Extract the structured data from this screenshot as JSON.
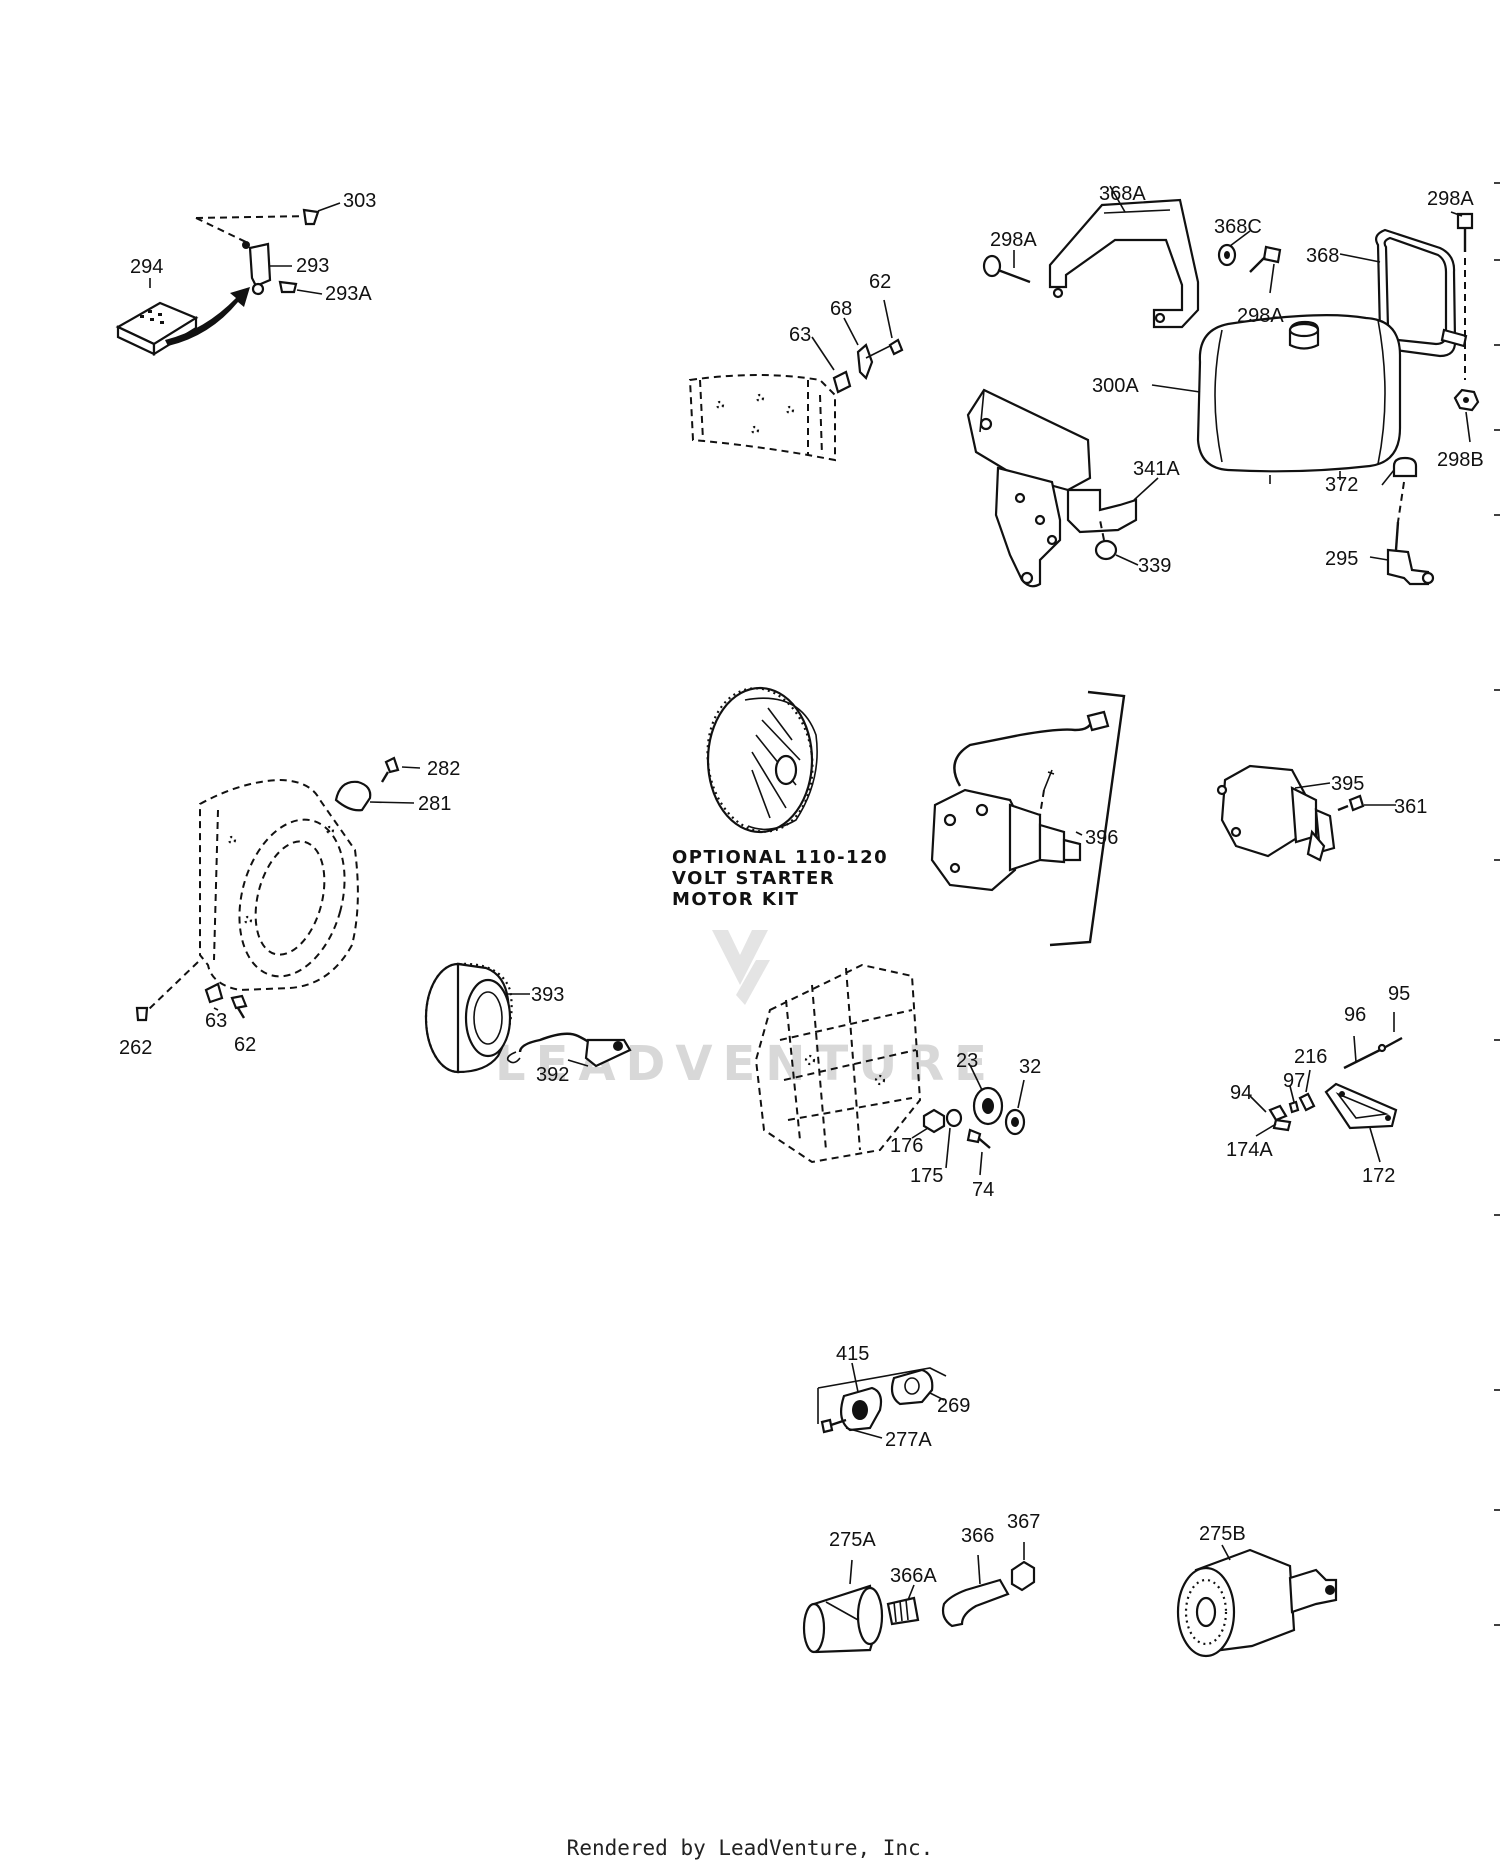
{
  "diagram": {
    "labels": {
      "l303": "303",
      "l294": "294",
      "l293": "293",
      "l293A": "293A",
      "l368A": "368A",
      "l298A_1": "298A",
      "l368C": "368C",
      "l298A_2": "298A",
      "l368": "368",
      "l298A_3": "298A",
      "l62_top": "62",
      "l68": "68",
      "l63_top": "63",
      "l300A": "300A",
      "l298B": "298B",
      "l341A": "341A",
      "l372": "372",
      "l339": "339",
      "l295": "295",
      "l282": "282",
      "l281": "281",
      "l396": "396",
      "l395": "395",
      "l361": "361",
      "l393": "393",
      "l392": "392",
      "l262": "262",
      "l63_low": "63",
      "l62_low": "62",
      "l23": "23",
      "l32": "32",
      "l176": "176",
      "l175": "175",
      "l74": "74",
      "l95": "95",
      "l96": "96",
      "l216": "216",
      "l97": "97",
      "l94": "94",
      "l174A": "174A",
      "l172": "172",
      "l415": "415",
      "l269": "269",
      "l277A": "277A",
      "l275A": "275A",
      "l366A": "366A",
      "l366": "366",
      "l367": "367",
      "l275B": "275B"
    },
    "kit_label": [
      "OPTIONAL 110-120",
      "VOLT STARTER",
      "MOTOR KIT"
    ],
    "watermark": "LEADVENTURE"
  },
  "footer": "Rendered by LeadVenture, Inc."
}
